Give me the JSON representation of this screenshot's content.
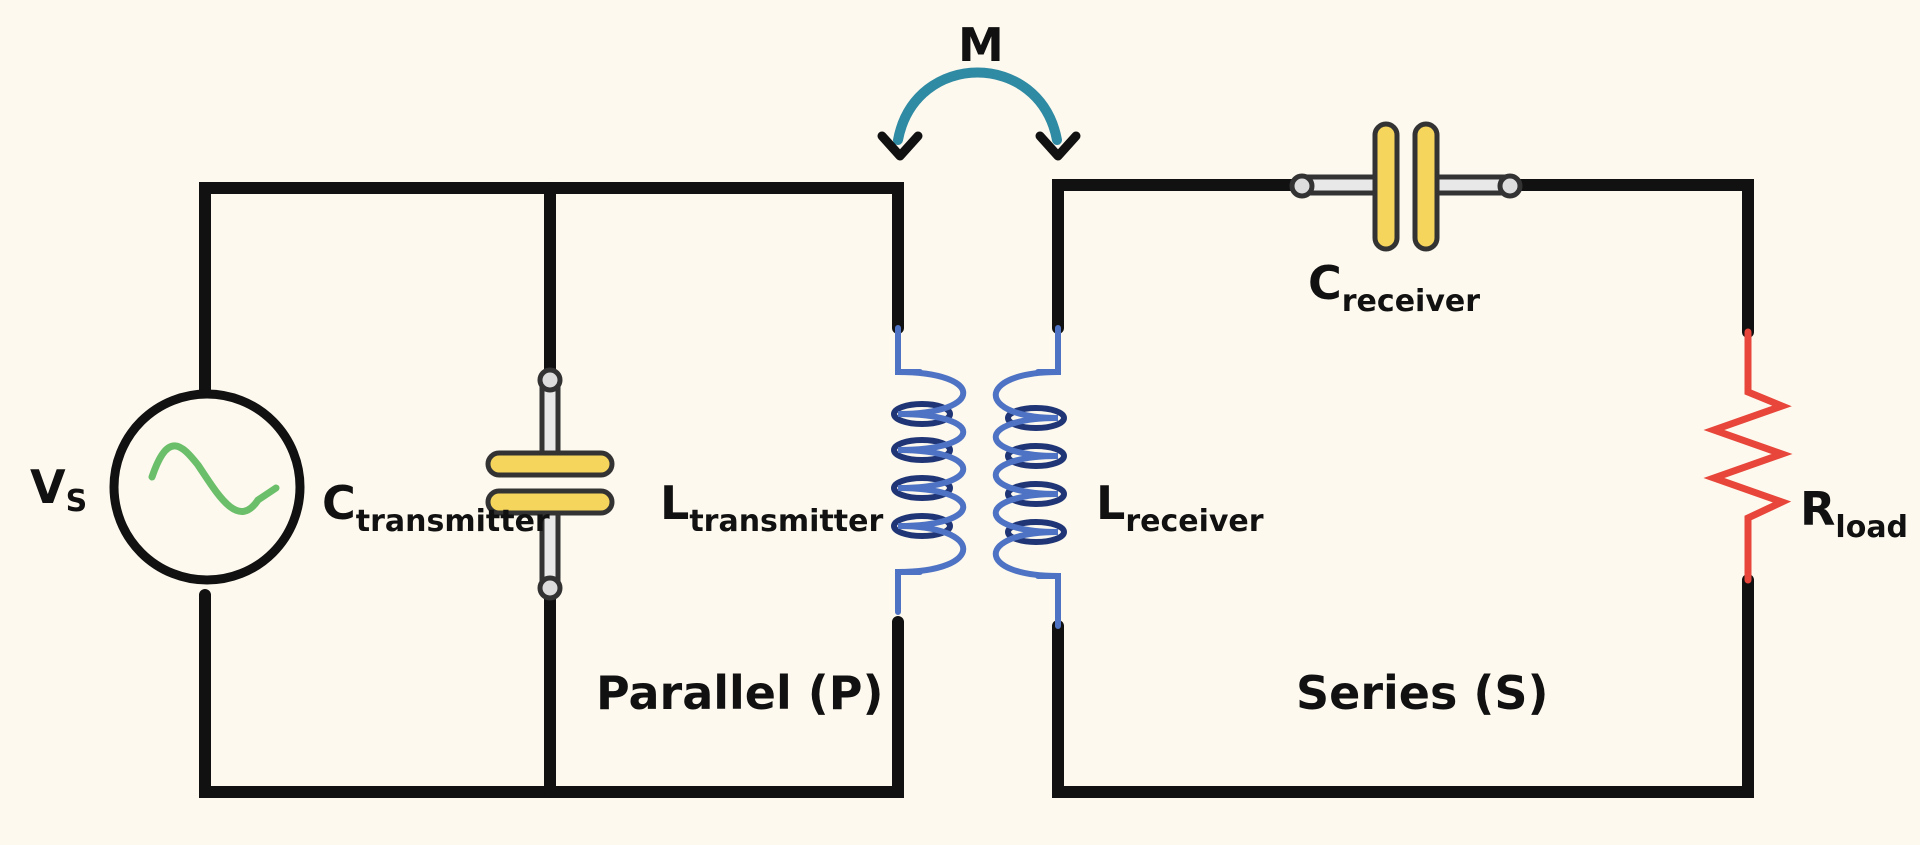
{
  "colors": {
    "background": "#fdf9ee",
    "wire": "#111111",
    "mutual_arc": "#2f8aa3",
    "source_wave": "#6cbf6a",
    "capacitor_plate": "#f6d55c",
    "capacitor_lead": "#e8e8e8",
    "coil_front": "#4f73c4",
    "coil_back": "#1f3575",
    "resistor": "#e8463a"
  },
  "labels": {
    "mutual": "M",
    "source": {
      "main": "V",
      "sub": "S"
    },
    "c_tx": {
      "main": "C",
      "sub": "transmitter"
    },
    "l_tx": {
      "main": "L",
      "sub": "transmitter"
    },
    "l_rx": {
      "main": "L",
      "sub": "receiver"
    },
    "c_rx": {
      "main": "C",
      "sub": "receiver"
    },
    "r_load": {
      "main": "R",
      "sub": "load"
    },
    "parallel": "Parallel (P)",
    "series": "Series (S)"
  },
  "icons": {
    "source": "ac-source-icon",
    "capacitor": "capacitor-icon",
    "inductor": "inductor-coil-icon",
    "resistor": "resistor-icon",
    "coupling": "mutual-coupling-arrow-icon"
  }
}
